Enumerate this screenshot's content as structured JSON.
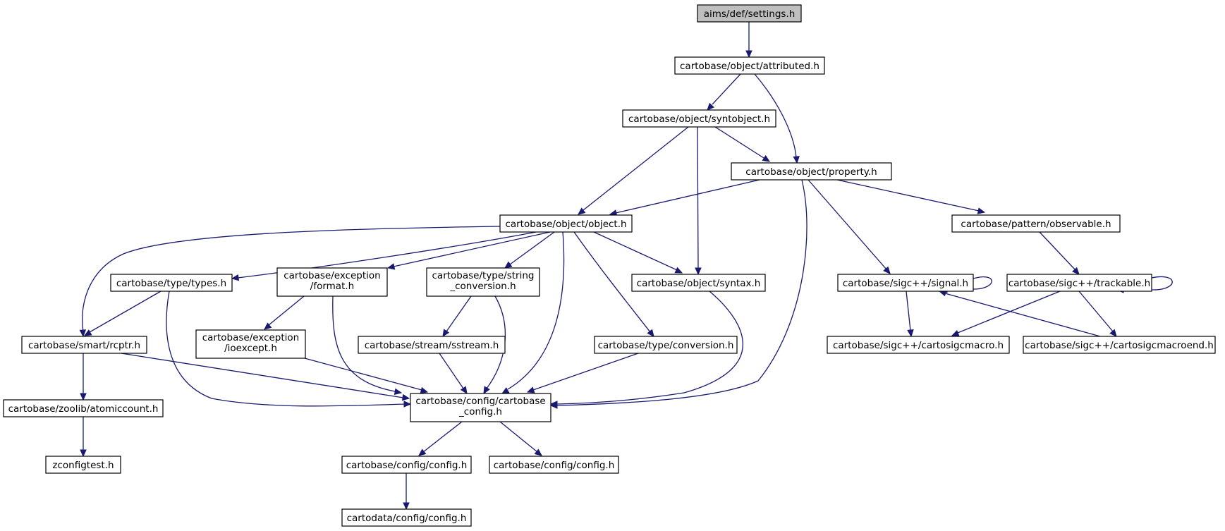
{
  "diagram": {
    "type": "include-dependency-graph",
    "nodes": [
      {
        "id": "settings",
        "lines": [
          "aims/def/settings.h"
        ],
        "root": true
      },
      {
        "id": "attributed",
        "lines": [
          "cartobase/object/attributed.h"
        ]
      },
      {
        "id": "syntobject",
        "lines": [
          "cartobase/object/syntobject.h"
        ]
      },
      {
        "id": "property",
        "lines": [
          "cartobase/object/property.h"
        ]
      },
      {
        "id": "object",
        "lines": [
          "cartobase/object/object.h"
        ]
      },
      {
        "id": "observable",
        "lines": [
          "cartobase/pattern/observable.h"
        ]
      },
      {
        "id": "types",
        "lines": [
          "cartobase/type/types.h"
        ]
      },
      {
        "id": "format",
        "lines": [
          "cartobase/exception",
          "/format.h"
        ]
      },
      {
        "id": "strconv",
        "lines": [
          "cartobase/type/string",
          "_conversion.h"
        ]
      },
      {
        "id": "syntax",
        "lines": [
          "cartobase/object/syntax.h"
        ]
      },
      {
        "id": "signal",
        "lines": [
          "cartobase/sigc++/signal.h"
        ]
      },
      {
        "id": "trackable",
        "lines": [
          "cartobase/sigc++/trackable.h"
        ]
      },
      {
        "id": "rcptr",
        "lines": [
          "cartobase/smart/rcptr.h"
        ]
      },
      {
        "id": "ioexcept",
        "lines": [
          "cartobase/exception",
          "/ioexcept.h"
        ]
      },
      {
        "id": "sstream",
        "lines": [
          "cartobase/stream/sstream.h"
        ]
      },
      {
        "id": "conversion",
        "lines": [
          "cartobase/type/conversion.h"
        ]
      },
      {
        "id": "sigcmacro",
        "lines": [
          "cartobase/sigc++/cartosigcmacro.h"
        ]
      },
      {
        "id": "sigcmacroend",
        "lines": [
          "cartobase/sigc++/cartosigcmacroend.h"
        ]
      },
      {
        "id": "atomic",
        "lines": [
          "cartobase/zoolib/atomiccount.h"
        ]
      },
      {
        "id": "cbconfig",
        "lines": [
          "cartobase/config/cartobase",
          "_config.h"
        ]
      },
      {
        "id": "zconfigtest",
        "lines": [
          "zconfigtest.h"
        ]
      },
      {
        "id": "config1",
        "lines": [
          "cartobase/config/config.h"
        ]
      },
      {
        "id": "config2",
        "lines": [
          "cartobase/config/config.h"
        ]
      },
      {
        "id": "cdconfig",
        "lines": [
          "cartodata/config/config.h"
        ]
      }
    ],
    "edges": [
      [
        "settings",
        "attributed"
      ],
      [
        "attributed",
        "syntobject"
      ],
      [
        "attributed",
        "property"
      ],
      [
        "syntobject",
        "property"
      ],
      [
        "syntobject",
        "object"
      ],
      [
        "syntobject",
        "syntax"
      ],
      [
        "property",
        "object"
      ],
      [
        "property",
        "observable"
      ],
      [
        "property",
        "signal"
      ],
      [
        "property",
        "cbconfig"
      ],
      [
        "object",
        "rcptr"
      ],
      [
        "object",
        "types"
      ],
      [
        "object",
        "format"
      ],
      [
        "object",
        "strconv"
      ],
      [
        "object",
        "syntax"
      ],
      [
        "object",
        "conversion"
      ],
      [
        "object",
        "cbconfig"
      ],
      [
        "observable",
        "trackable"
      ],
      [
        "types",
        "rcptr"
      ],
      [
        "types",
        "cbconfig"
      ],
      [
        "format",
        "ioexcept"
      ],
      [
        "format",
        "cbconfig"
      ],
      [
        "strconv",
        "sstream"
      ],
      [
        "strconv",
        "cbconfig"
      ],
      [
        "syntax",
        "cbconfig"
      ],
      [
        "signal",
        "signal"
      ],
      [
        "signal",
        "sigcmacro"
      ],
      [
        "signal",
        "sigcmacroend"
      ],
      [
        "trackable",
        "trackable"
      ],
      [
        "trackable",
        "sigcmacro"
      ],
      [
        "trackable",
        "sigcmacroend"
      ],
      [
        "rcptr",
        "atomic"
      ],
      [
        "rcptr",
        "cbconfig"
      ],
      [
        "ioexcept",
        "cbconfig"
      ],
      [
        "sstream",
        "cbconfig"
      ],
      [
        "conversion",
        "cbconfig"
      ],
      [
        "atomic",
        "zconfigtest"
      ],
      [
        "cbconfig",
        "config1"
      ],
      [
        "cbconfig",
        "config2"
      ],
      [
        "config1",
        "cdconfig"
      ]
    ]
  },
  "colors": {
    "edge": "#191970",
    "node_border": "#000000",
    "root_fill": "#bfbfbf",
    "node_fill": "#ffffff"
  }
}
